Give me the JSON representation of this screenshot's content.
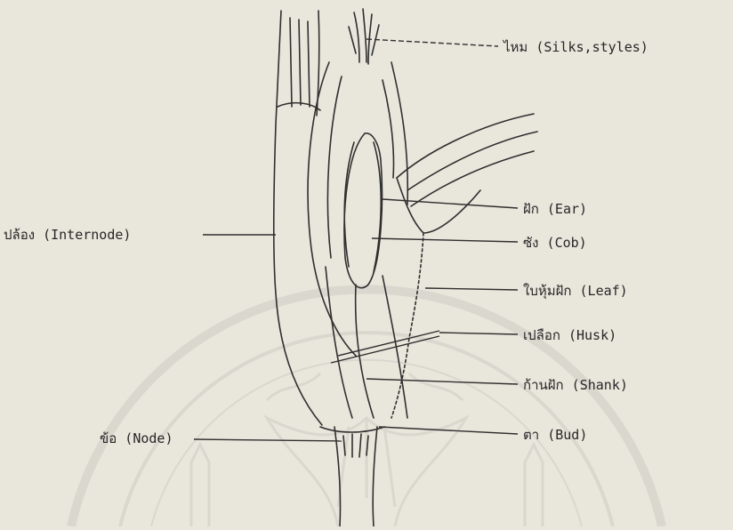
{
  "labels": {
    "silks": "ไหม (Silks,styles)",
    "internode": "ปล้อง (Internode)",
    "ear": "ฝัก (Ear)",
    "cob": "ซัง (Cob)",
    "leaf": "ใบหุ้มฝัก  (Leaf)",
    "husk": "เปลือก  (Husk)",
    "shank": "ก้านฝัก  (Shank)",
    "node": "ข้อ (Node)",
    "bud": "ตา  (Bud)"
  },
  "colors": {
    "paper": "#e9e6dc",
    "ink": "#2a2a2a",
    "watermark": "#8e8e8e"
  }
}
